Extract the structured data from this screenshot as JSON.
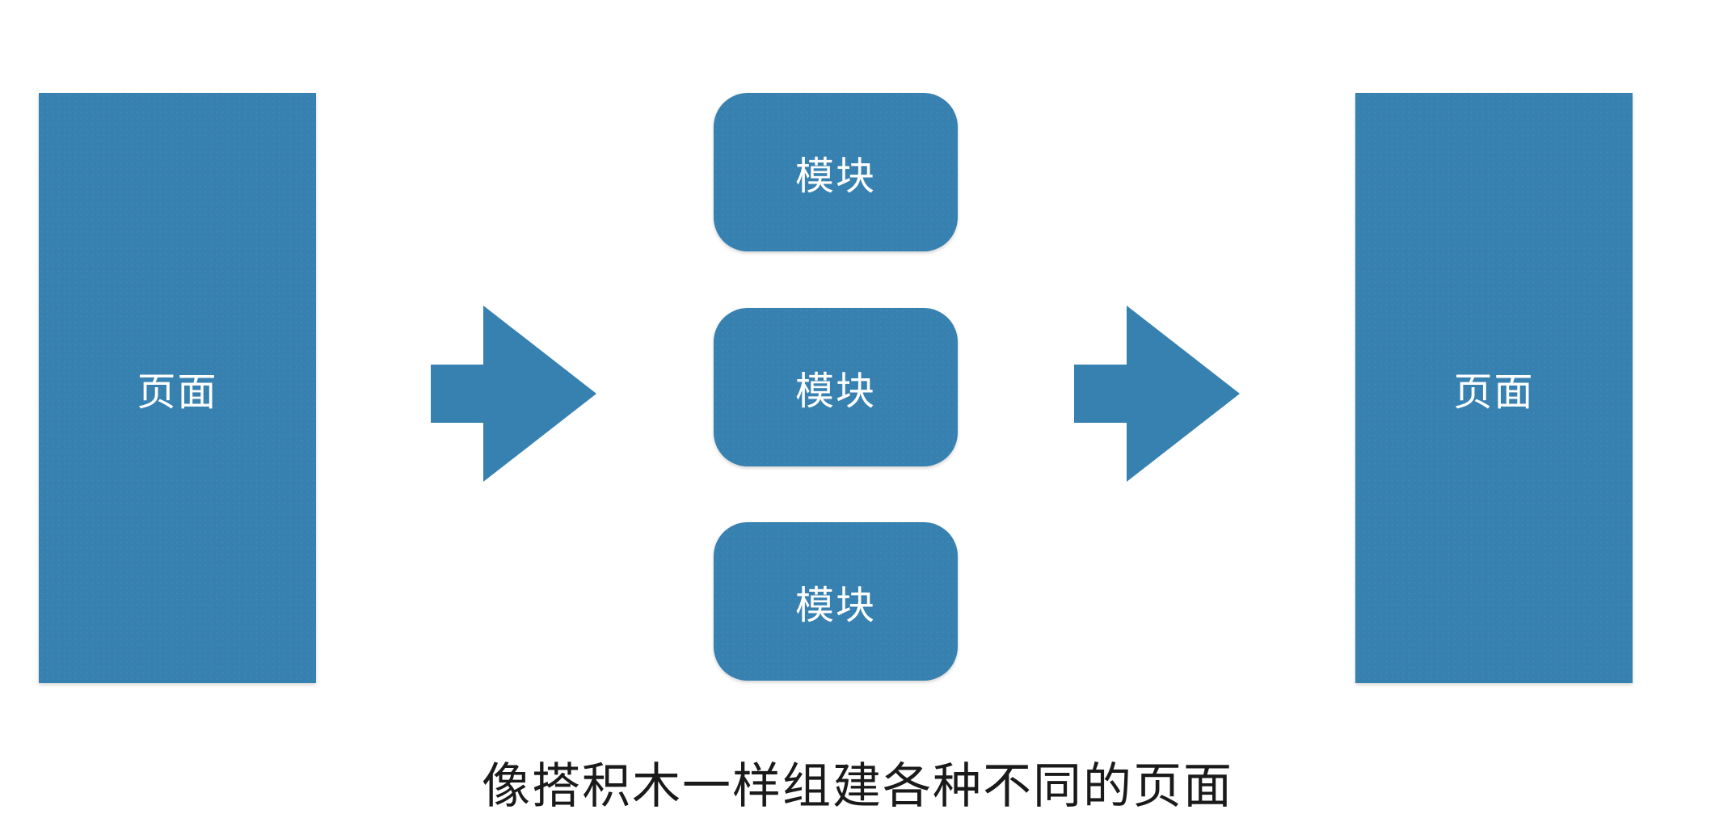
{
  "diagram": {
    "left_page_label": "页面",
    "modules": [
      {
        "label": "模块"
      },
      {
        "label": "模块"
      },
      {
        "label": "模块"
      }
    ],
    "right_page_label": "页面",
    "caption": "像搭积木一样组建各种不同的页面",
    "colors": {
      "block_fill": "#3781b1",
      "block_text": "#ffffff",
      "caption_text": "#1a1a1a",
      "background": "#ffffff"
    },
    "icons": [
      "right-arrow-icon",
      "right-arrow-icon"
    ]
  }
}
